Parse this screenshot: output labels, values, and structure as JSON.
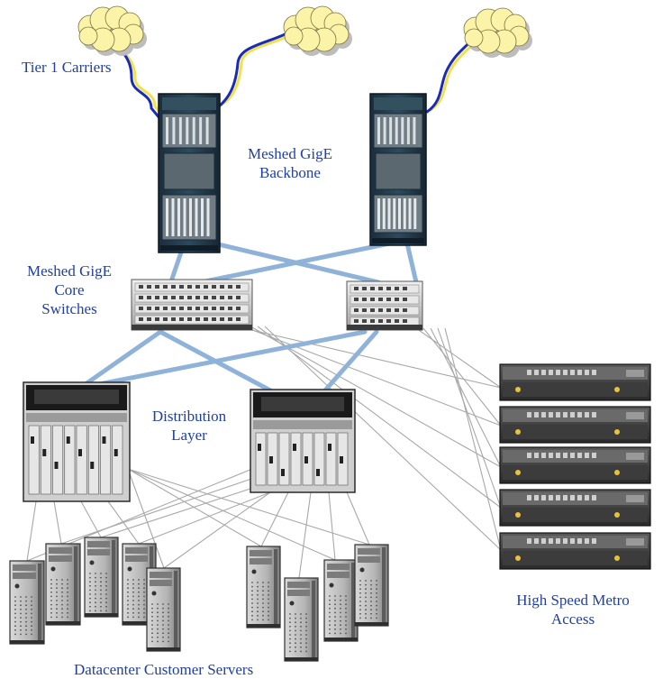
{
  "labels": {
    "tier1_carriers": "Tier 1 Carriers",
    "backbone": [
      "Meshed GigE",
      "Backbone"
    ],
    "core_switches": [
      "Meshed GigE",
      "Core",
      "Switches"
    ],
    "distribution": [
      "Distribution",
      "Layer"
    ],
    "metro_access": [
      "High Speed Metro",
      "Access"
    ],
    "servers": "Datacenter Customer Servers"
  },
  "colors": {
    "label_text": "#1f3fa6",
    "trunk_link": "#8fb2d8",
    "thin_link": "#a8a8a8",
    "carrier_cable_blue": "#1a2bb8",
    "carrier_cable_yellow": "#f2e14a",
    "cloud_fill": "#fbf3a8",
    "cloud_shadow": "#bdbdbd",
    "router_body": "#1e3344",
    "chassis_gray": "#cfcfcf"
  },
  "icons": {
    "cloud": "internet-cloud-icon",
    "router": "backbone-router-icon",
    "switch": "core-switch-icon",
    "distribution": "distribution-chassis-icon",
    "metro": "metro-access-unit-icon",
    "server": "tower-server-icon"
  }
}
